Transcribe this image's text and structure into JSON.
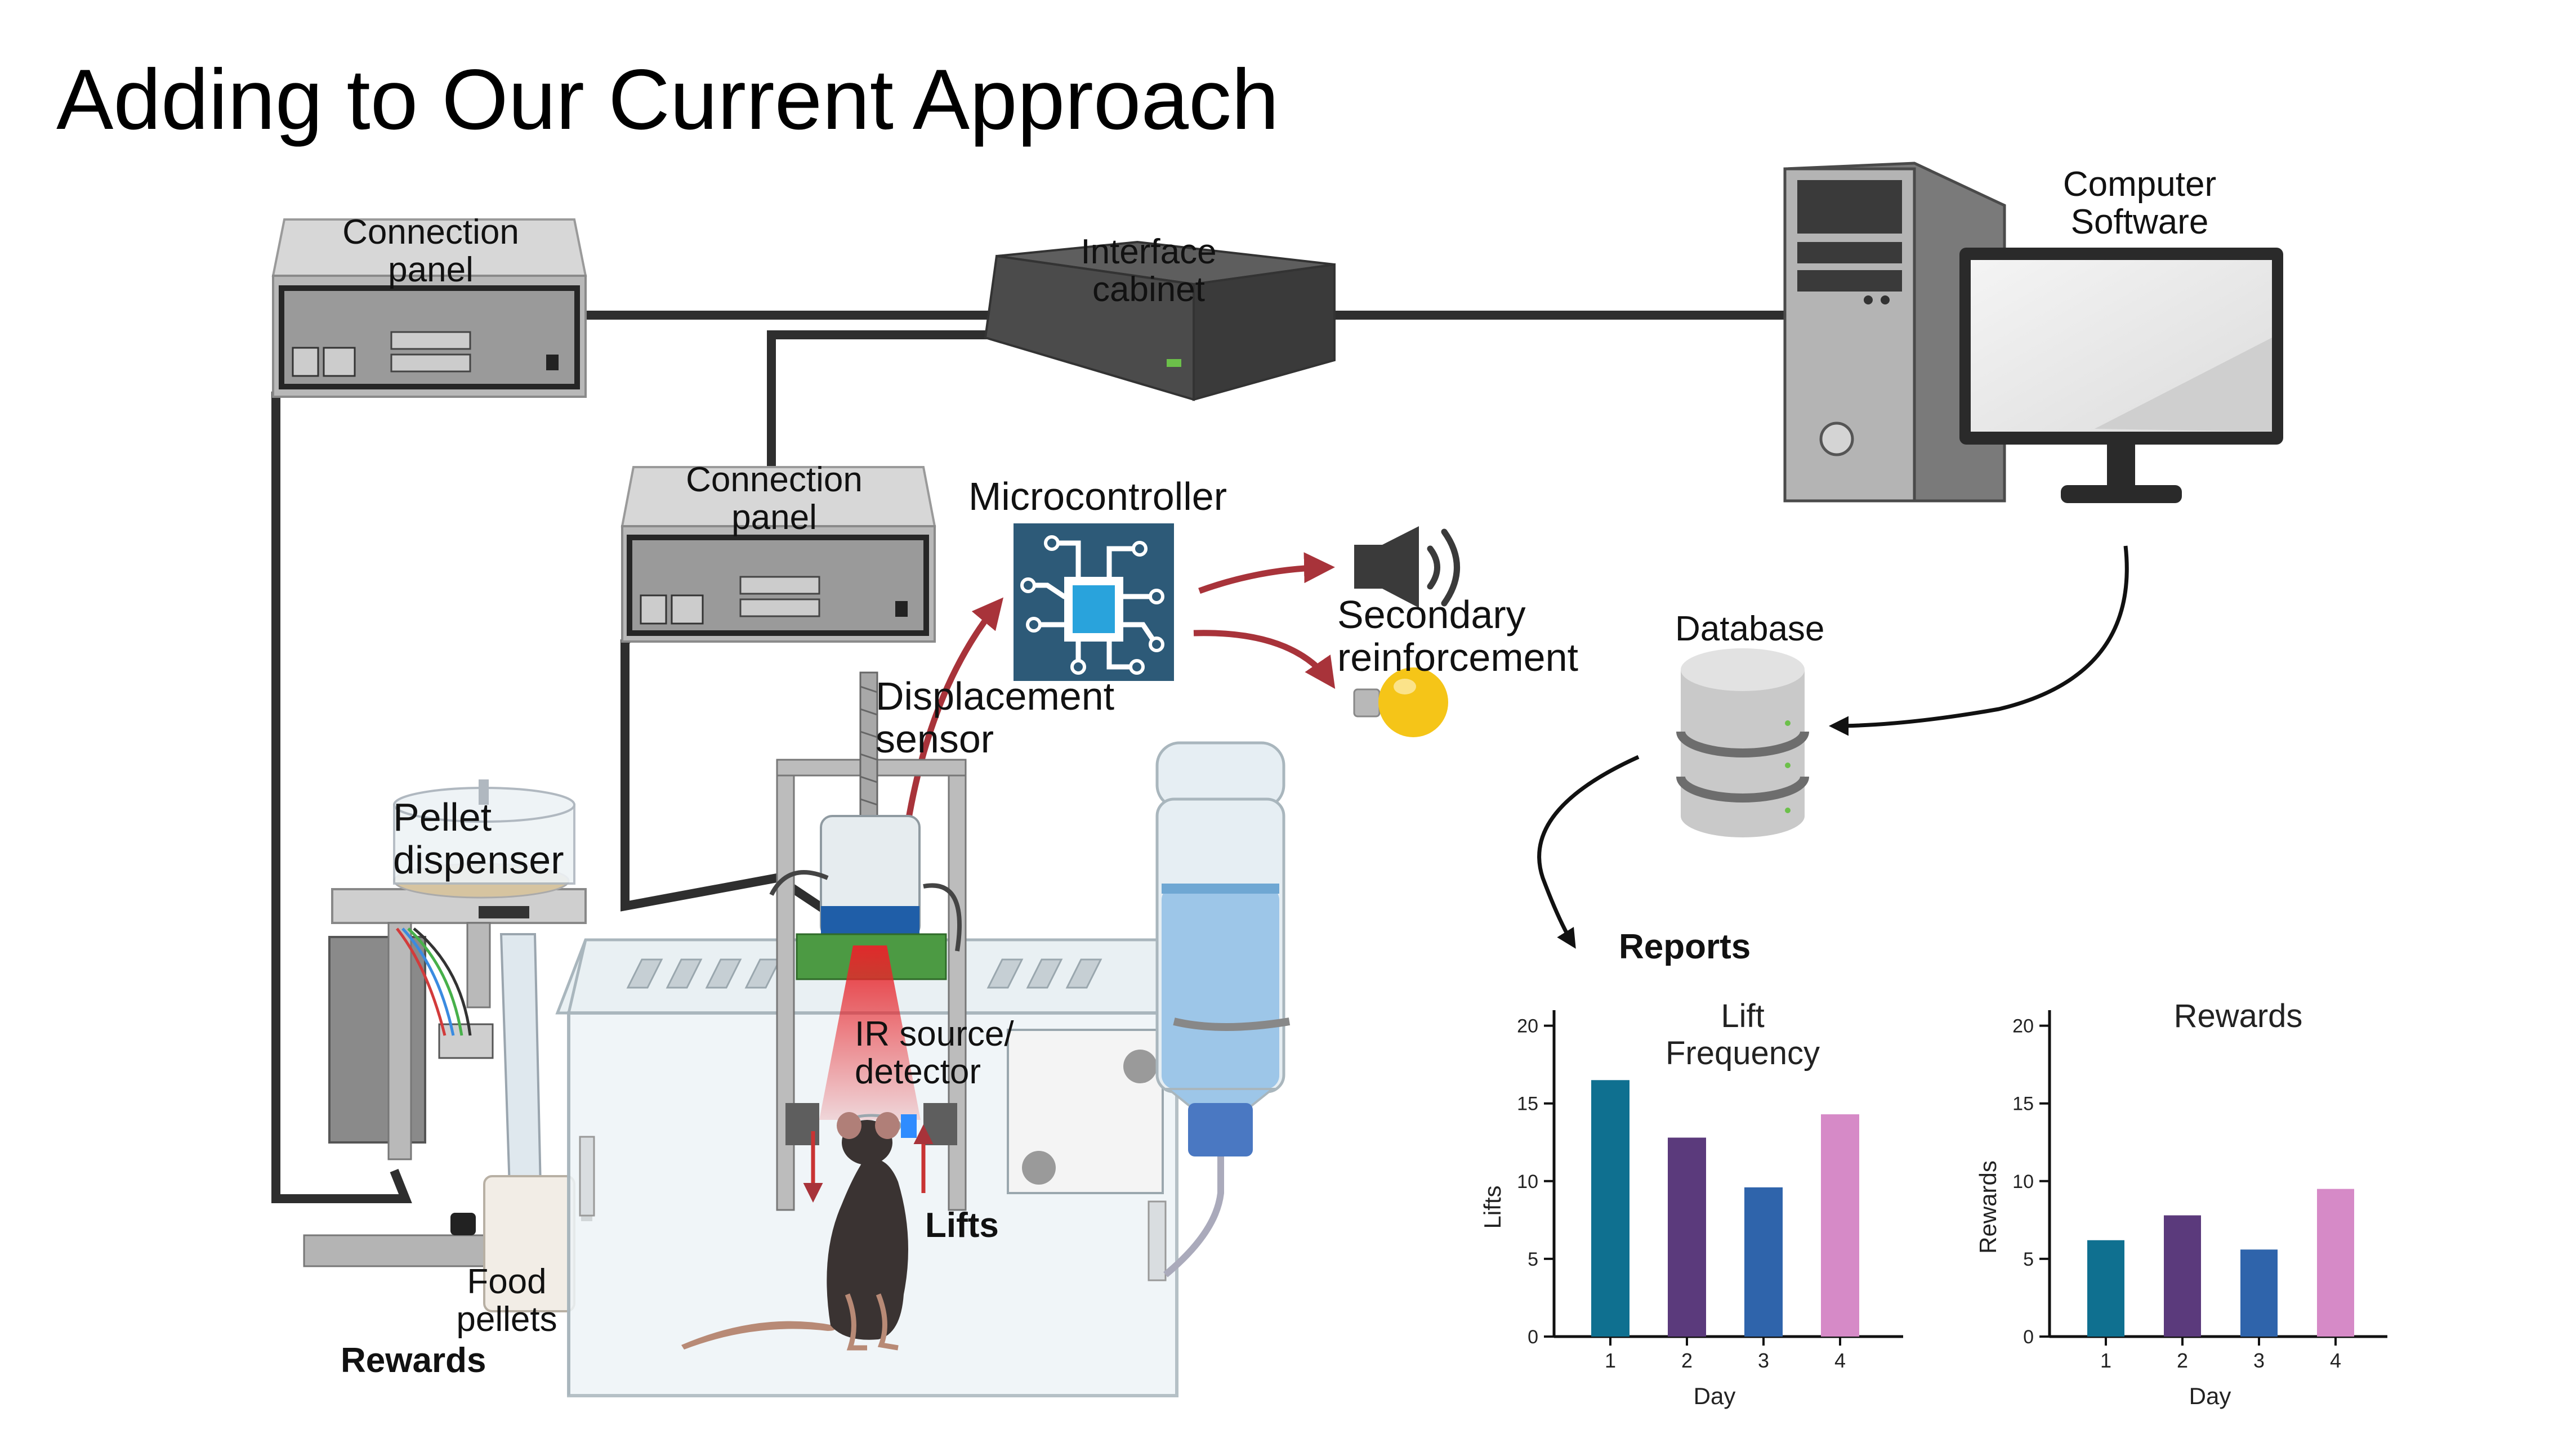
{
  "title": "Adding to Our Current Approach",
  "labels": {
    "connection_panel_top": [
      "Connection",
      "panel"
    ],
    "connection_panel_mid": [
      "Connection",
      "panel"
    ],
    "interface_cabinet": [
      "Interface",
      "cabinet"
    ],
    "computer_software": [
      "Computer",
      "Software"
    ],
    "microcontroller": "Microcontroller",
    "secondary_reinforcement": [
      "Secondary",
      "reinforcement"
    ],
    "database": "Database",
    "displacement_sensor": [
      "Displacement",
      "sensor"
    ],
    "pellet_dispenser": [
      "Pellet",
      "dispenser"
    ],
    "ir_source_detector": [
      "IR source/",
      "detector"
    ],
    "lifts": "Lifts",
    "food_pellets": [
      "Food",
      "pellets"
    ],
    "rewards_label": "Rewards",
    "reports": "Reports"
  },
  "colors": {
    "cable": "#2e2e2e",
    "arrow_red": "#a8333a",
    "chip_bg": "#2d5a78",
    "chip_core": "#29a3dc",
    "bulb": "#f5c518",
    "water": "#9dc6e8",
    "laser": "#e8242a"
  },
  "icons": [
    "speaker-icon",
    "lightbulb-icon",
    "microcontroller-chip-icon",
    "database-icon",
    "mouse-icon",
    "computer-monitor-icon"
  ],
  "chart_data": [
    {
      "type": "bar",
      "title": "Lift Frequency",
      "title_lines": [
        "Lift",
        "Frequency"
      ],
      "categories": [
        "1",
        "2",
        "3",
        "4"
      ],
      "values": [
        16.5,
        12.8,
        9.6,
        14.3
      ],
      "colors": [
        "#0f7090",
        "#5b3a7c",
        "#2f64ab",
        "#d68ac7"
      ],
      "xlabel": "Day",
      "ylabel": "Lifts",
      "ylim": [
        0,
        21
      ],
      "yticks": [
        0,
        5,
        10,
        15,
        20
      ],
      "grid": false
    },
    {
      "type": "bar",
      "title": "Rewards",
      "title_lines": [
        "Rewards"
      ],
      "categories": [
        "1",
        "2",
        "3",
        "4"
      ],
      "values": [
        6.2,
        7.8,
        5.6,
        9.5
      ],
      "colors": [
        "#0f7090",
        "#5b3a7c",
        "#2f64ab",
        "#d68ac7"
      ],
      "xlabel": "Day",
      "ylabel": "Rewards",
      "ylim": [
        0,
        21
      ],
      "yticks": [
        0,
        5,
        10,
        15,
        20
      ],
      "grid": false
    }
  ]
}
